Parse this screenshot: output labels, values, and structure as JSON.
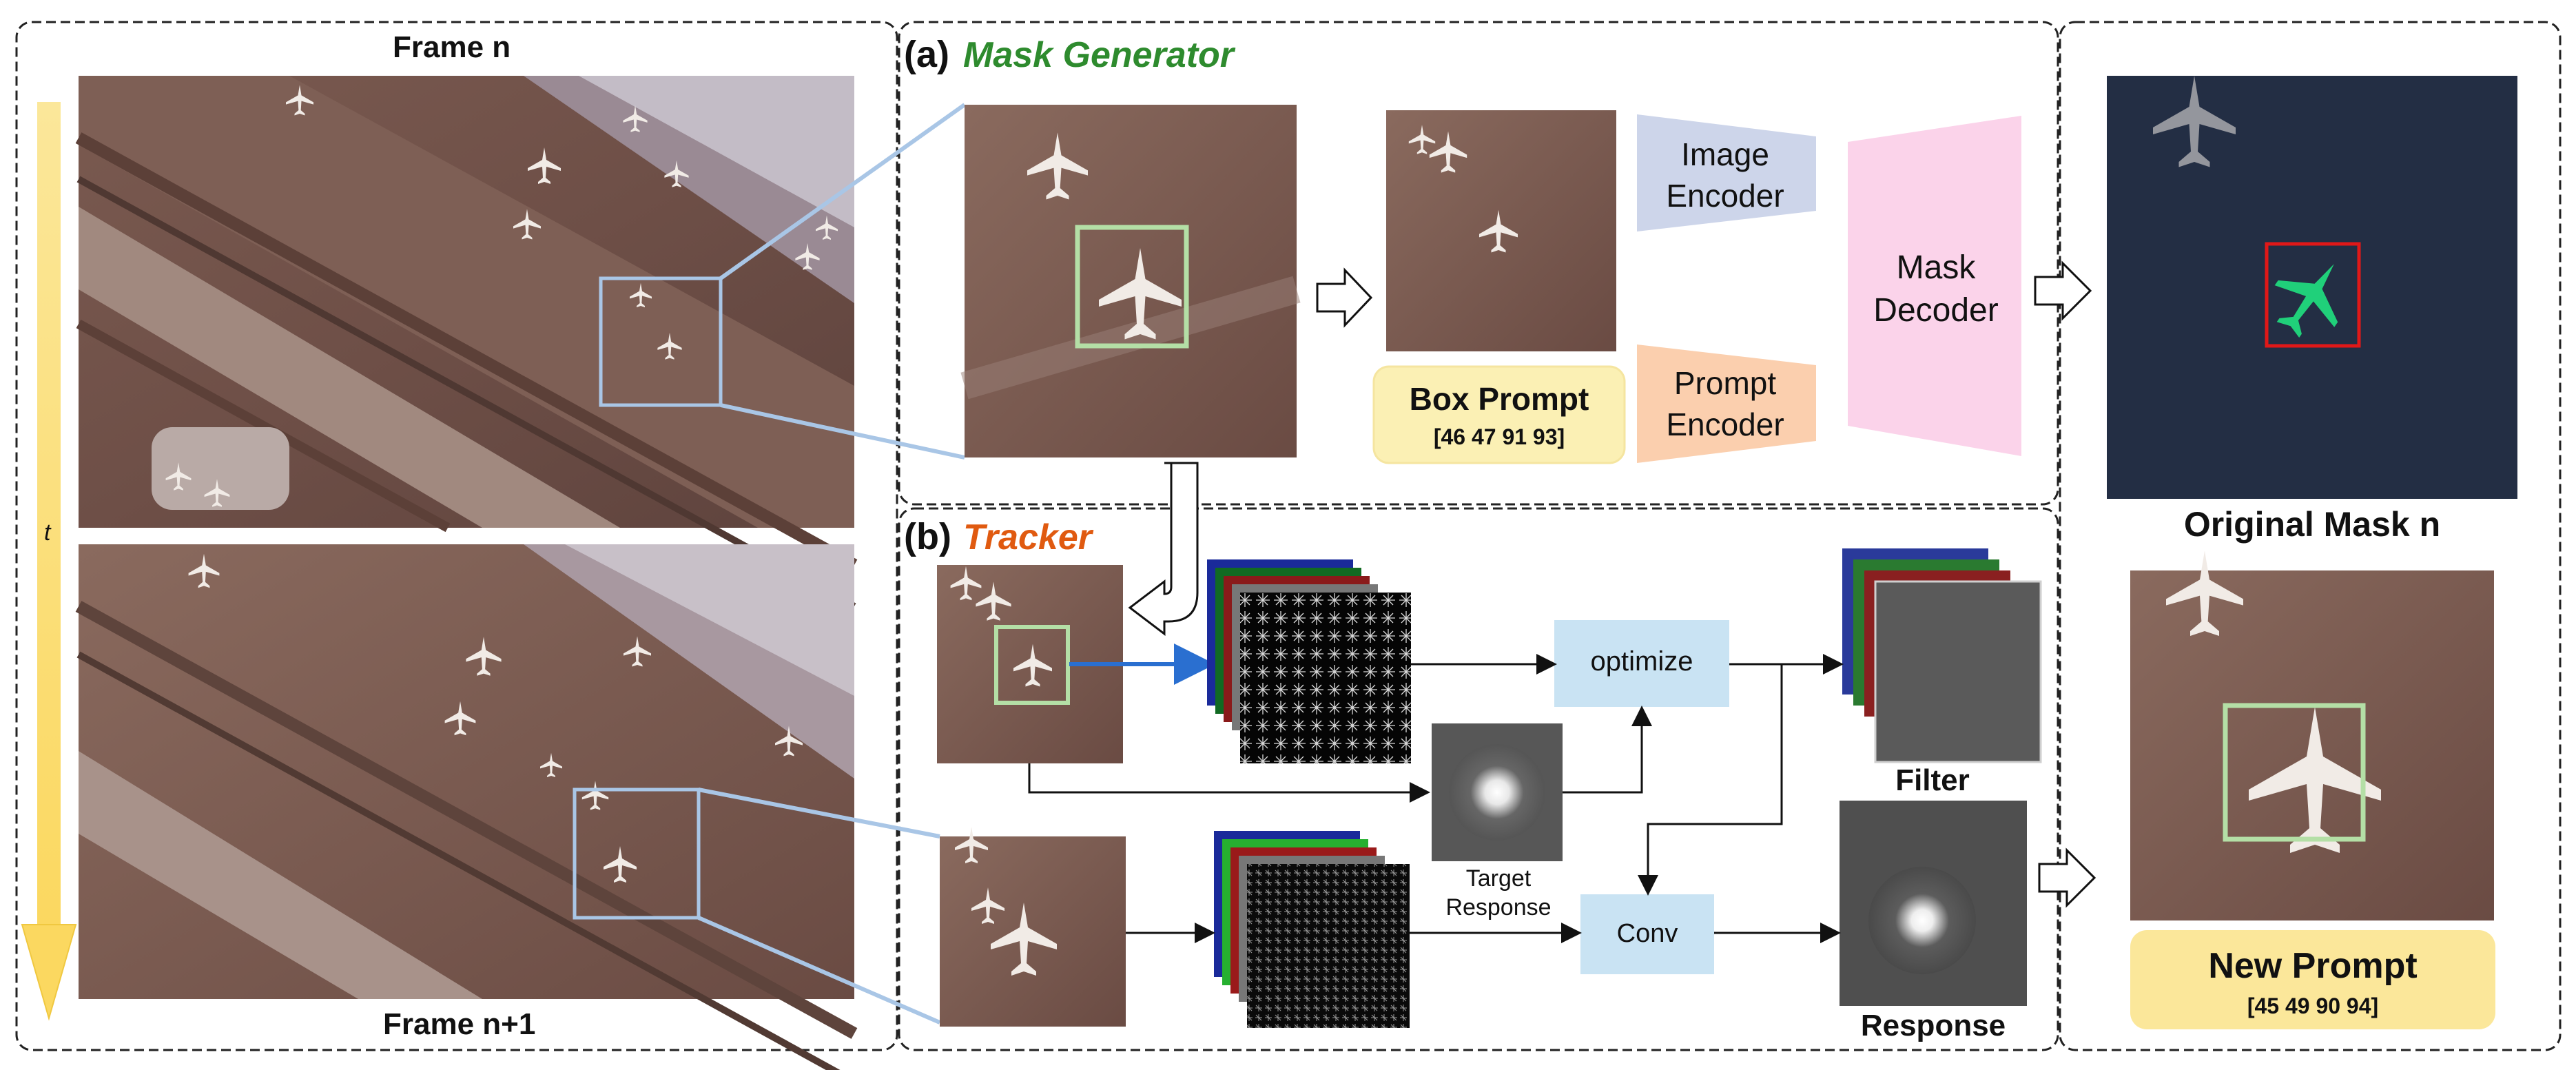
{
  "left": {
    "frame_n_label": "Frame n",
    "frame_n1_label": "Frame n+1",
    "time_label": "t"
  },
  "mask_generator": {
    "tag": "(a)",
    "title": "Mask Generator",
    "image_encoder": [
      "Image",
      "Encoder"
    ],
    "prompt_encoder": [
      "Prompt",
      "Encoder"
    ],
    "mask_decoder": [
      "Mask",
      "Decoder"
    ],
    "box_prompt_label": "Box Prompt",
    "box_prompt_value": "[46 47 91 93]"
  },
  "tracker": {
    "tag": "(b)",
    "title": "Tracker",
    "optimize": "optimize",
    "conv": "Conv",
    "target_response": [
      "Target",
      "Response"
    ],
    "filter": "Filter",
    "response": "Response"
  },
  "right": {
    "original_mask": "Original Mask n",
    "new_prompt_label": "New Prompt",
    "new_prompt_value": "[45 49 90 94]"
  },
  "colors": {
    "mask_generator_title": "#2e8b2e",
    "tracker_title": "#e05a10",
    "image_encoder_fill": "#cdd5ea",
    "prompt_encoder_fill": "#fbcfae",
    "mask_decoder_fill": "#fbd3ea",
    "prompt_box_fill": "#fbf0b4",
    "new_prompt_fill": "#fbe79a",
    "op_box_fill": "#c9e3f3",
    "box_highlight": "#b4dfa6",
    "zoom_lines": "#a9c6e6",
    "timeline": "#fbe07a",
    "mask_green": "#20d07a",
    "bbox_red": "#e01818",
    "blue_arrow": "#2a6fd0"
  }
}
